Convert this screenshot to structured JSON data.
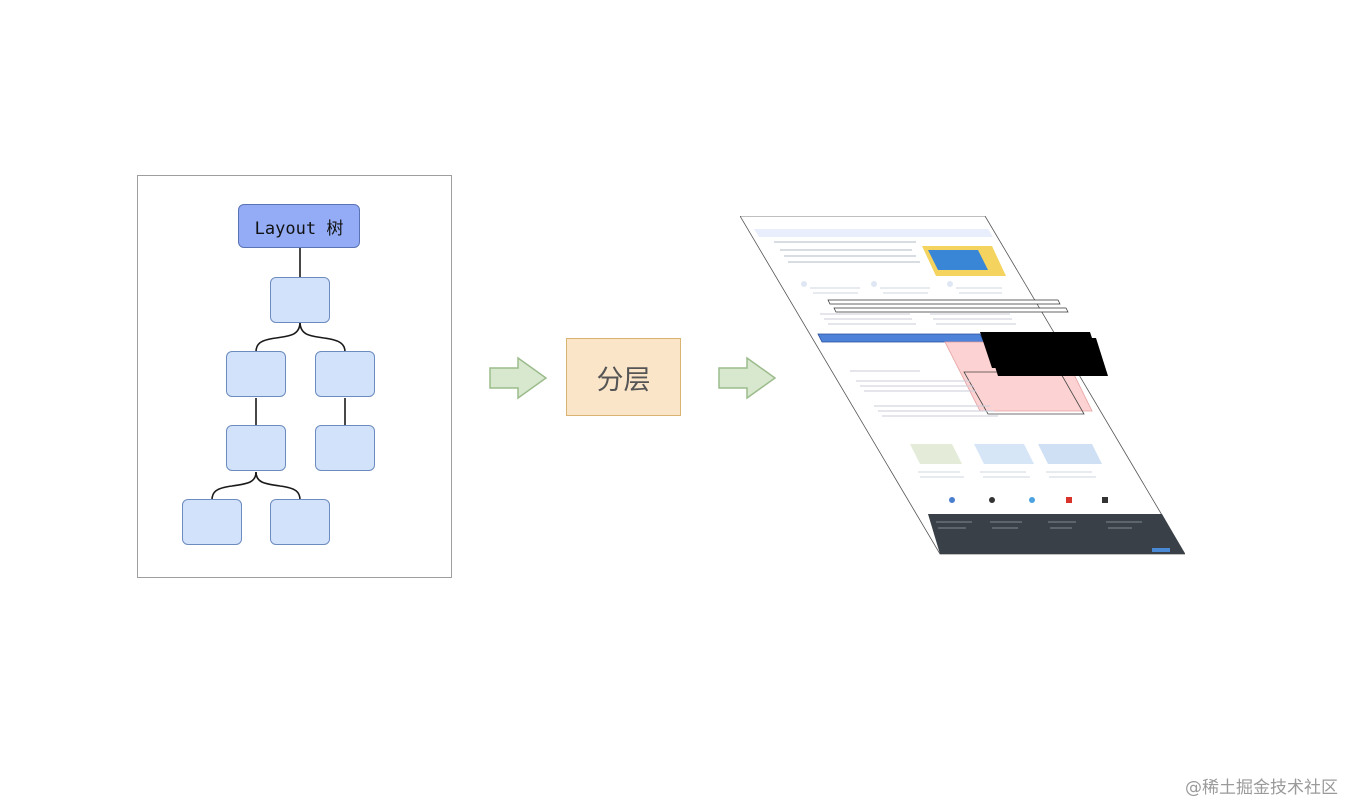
{
  "tree": {
    "root_label": "Layout 树"
  },
  "process": {
    "label": "分层"
  },
  "watermark": "@稀土掘金技术社区",
  "colors": {
    "root_fill": "#93acf5",
    "node_fill": "#d3e2fb",
    "node_stroke": "#6c8cc0",
    "arrow_fill": "#d8e8cf",
    "arrow_stroke": "#9cbc8c",
    "process_fill": "#fbe5c9",
    "process_stroke": "#d8b470"
  }
}
